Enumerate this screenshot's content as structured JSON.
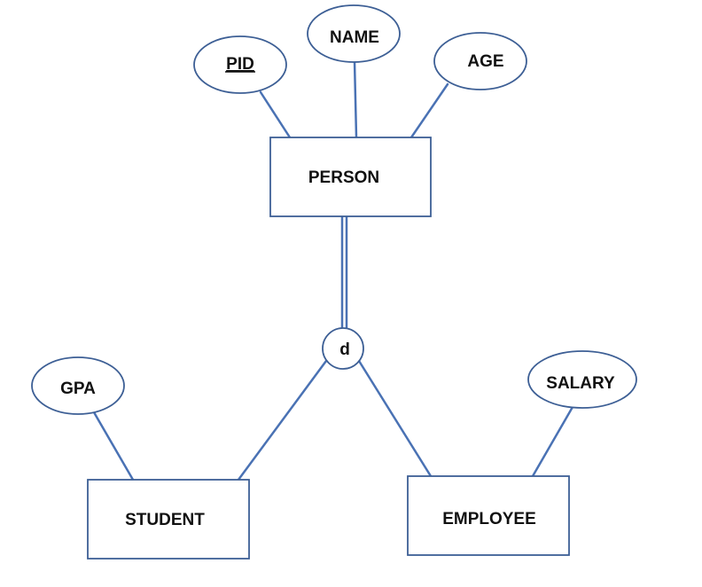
{
  "diagram": {
    "entities": {
      "person": "PERSON",
      "student": "STUDENT",
      "employee": "EMPLOYEE"
    },
    "attributes": {
      "pid": "PID",
      "name": "NAME",
      "age": "AGE",
      "gpa": "GPA",
      "salary": "SALARY"
    },
    "specialization": {
      "symbol": "d"
    }
  },
  "colors": {
    "line": "#4a72b4",
    "outline": "#3d5f95",
    "text": "#111111",
    "background": "#ffffff"
  }
}
